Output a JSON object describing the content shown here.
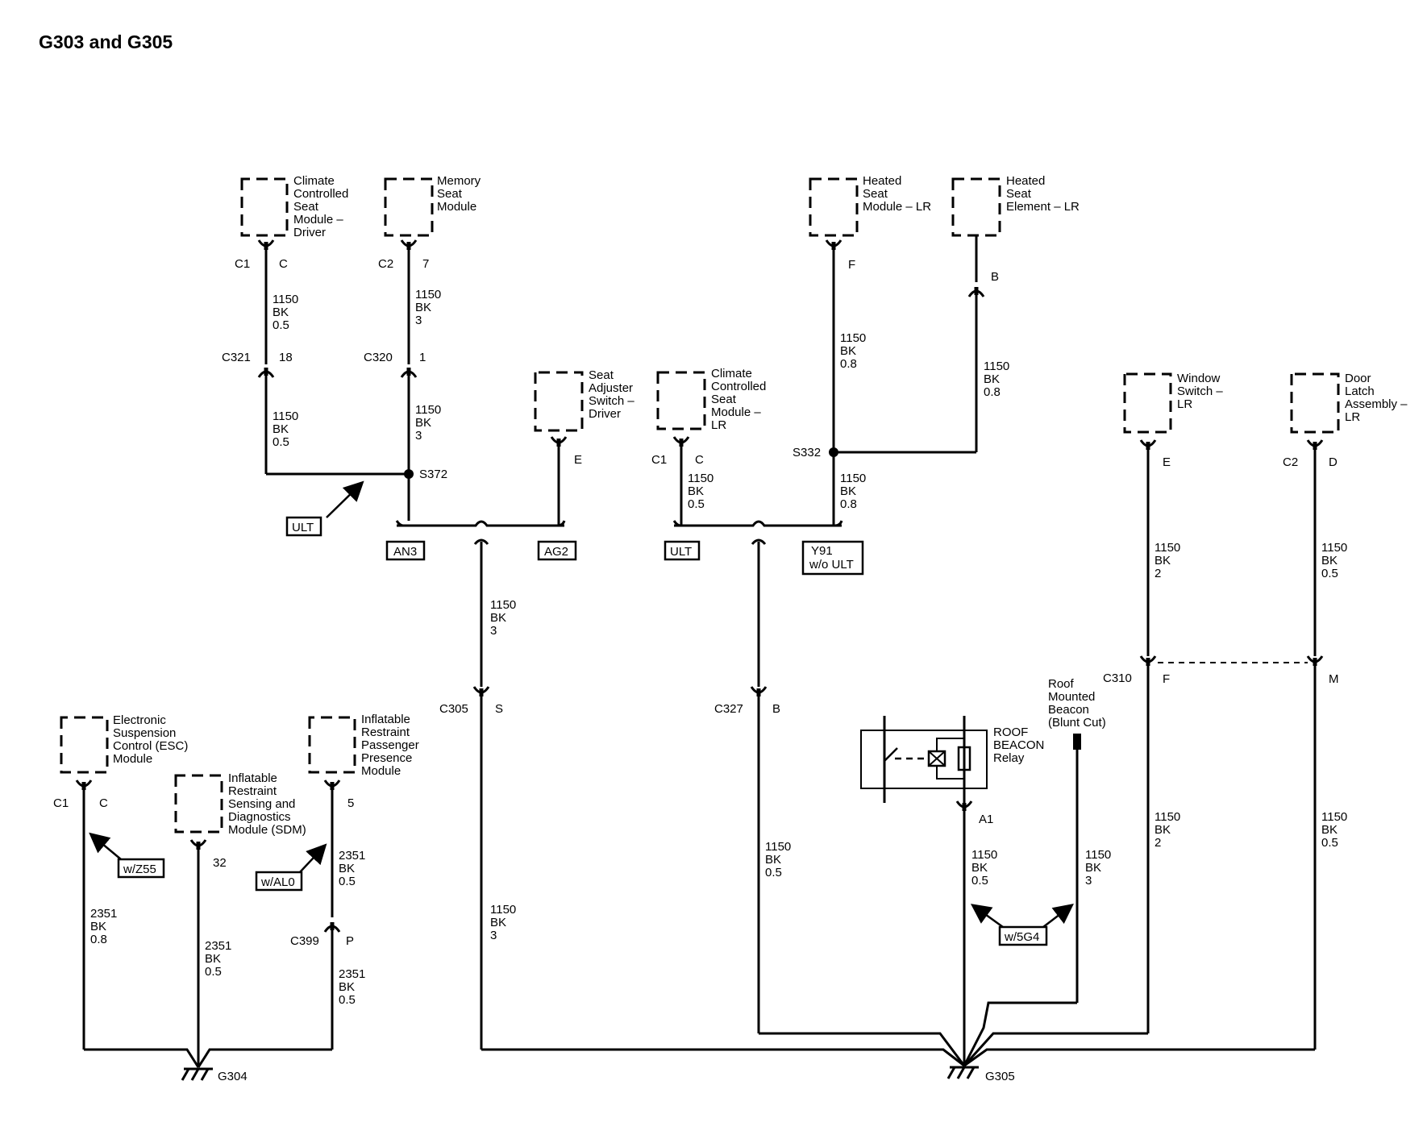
{
  "title": "G303 and G305",
  "components": {
    "ccsm_driver": [
      "Climate",
      "Controlled",
      "Seat",
      "Module –",
      "Driver"
    ],
    "memory_seat": [
      "Memory",
      "Seat",
      "Module"
    ],
    "seat_adjuster": [
      "Seat",
      "Adjuster",
      "Switch –",
      "Driver"
    ],
    "ccsm_lr": [
      "Climate",
      "Controlled",
      "Seat",
      "Module –",
      "LR"
    ],
    "heated_module_lr": [
      "Heated",
      "Seat",
      "Module – LR"
    ],
    "heated_element_lr": [
      "Heated",
      "Seat",
      "Element – LR"
    ],
    "window_switch_lr": [
      "Window",
      "Switch –",
      "LR"
    ],
    "door_latch_lr": [
      "Door",
      "Latch",
      "Assembly –",
      "LR"
    ],
    "esc_module": [
      "Electronic",
      "Suspension",
      "Control (ESC)",
      "Module"
    ],
    "sdm": [
      "Inflatable",
      "Restraint",
      "Sensing and",
      "Diagnostics",
      "Module (SDM)"
    ],
    "ppm": [
      "Inflatable",
      "Restraint",
      "Passenger",
      "Presence",
      "Module"
    ],
    "roof_beacon_relay": [
      "ROOF",
      "BEACON",
      "Relay"
    ],
    "roof_beacon": [
      "Roof",
      "Mounted",
      "Beacon",
      "(Blunt Cut)"
    ]
  },
  "connectors": {
    "c1": "C1",
    "c2": "C2",
    "c321": "C321",
    "c320": "C320",
    "c305": "C305",
    "c327": "C327",
    "c310": "C310",
    "c399": "C399"
  },
  "pins": {
    "c": "C",
    "seven": "7",
    "eighteen": "18",
    "one": "1",
    "e": "E",
    "f": "F",
    "b": "B",
    "d": "D",
    "s": "S",
    "m": "M",
    "five": "5",
    "p": "P",
    "thirtytwo": "32",
    "a1": "A1"
  },
  "splices": {
    "s372": "S372",
    "s332": "S332"
  },
  "grounds": {
    "g304": "G304",
    "g305": "G305"
  },
  "options": {
    "ult": "ULT",
    "an3": "AN3",
    "ag2": "AG2",
    "y91": [
      "Y91",
      "w/o ULT"
    ],
    "z55": "w/Z55",
    "al0": "w/AL0",
    "g4": "w/5G4"
  },
  "wires": {
    "bk_1150_05": [
      "1150",
      "BK",
      "0.5"
    ],
    "bk_1150_3": [
      "1150",
      "BK",
      "3"
    ],
    "bk_1150_08": [
      "1150",
      "BK",
      "0.8"
    ],
    "bk_1150_2": [
      "1150",
      "BK",
      "2"
    ],
    "bk_2351_08": [
      "2351",
      "BK",
      "0.8"
    ],
    "bk_2351_05": [
      "2351",
      "BK",
      "0.5"
    ]
  }
}
